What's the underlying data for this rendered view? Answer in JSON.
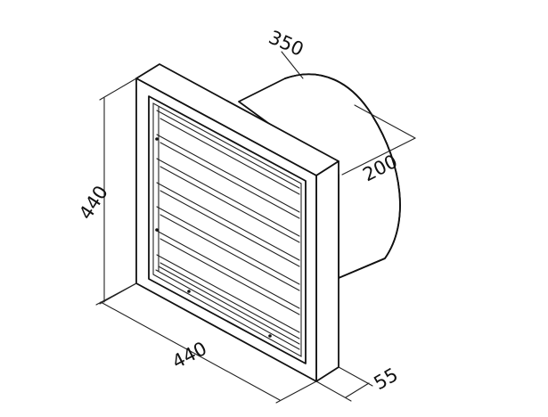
{
  "dimensions": {
    "duct_diameter": "350",
    "duct_depth": "200",
    "frame_height": "440",
    "frame_width": "440",
    "frame_depth": "55"
  },
  "colors": {
    "line": "#111111",
    "background": "#ffffff"
  }
}
